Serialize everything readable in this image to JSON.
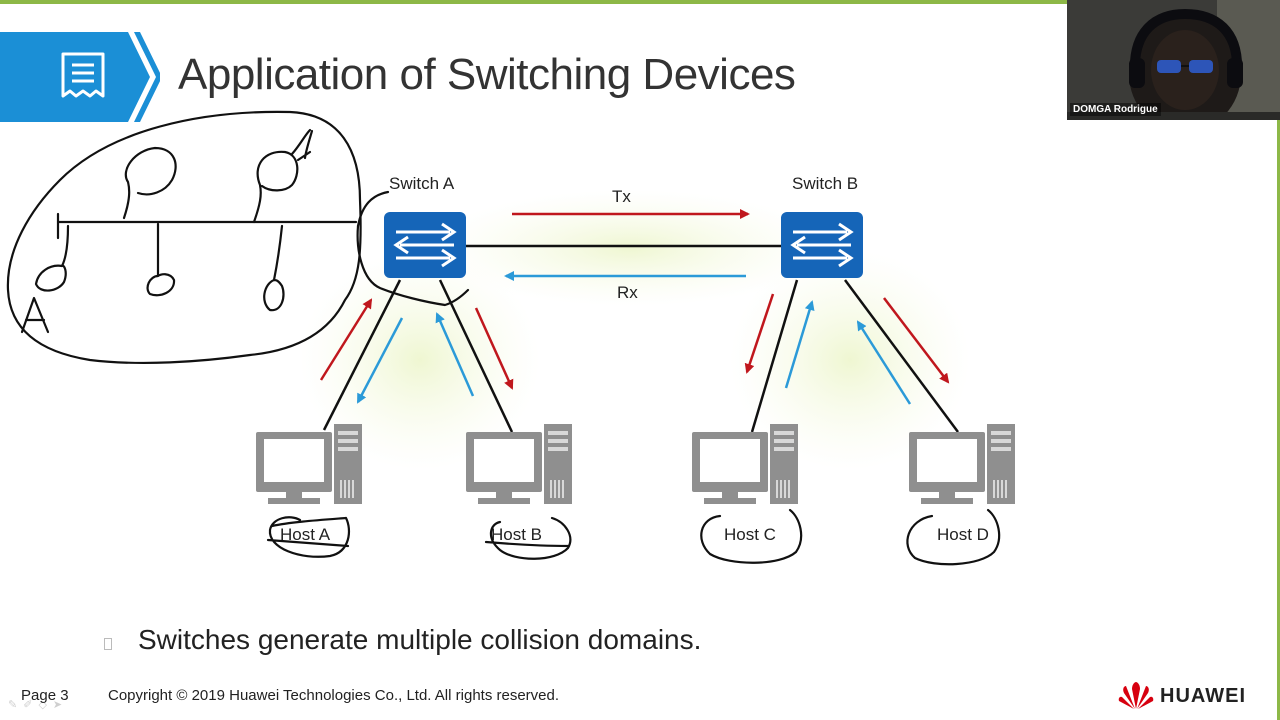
{
  "slide": {
    "title": "Application of Switching Devices",
    "bullet": "Switches generate multiple collision domains.",
    "page_label": "Page 3",
    "copyright": "Copyright © 2019 Huawei Technologies Co., Ltd. All rights reserved.",
    "logo_text": "HUAWEI"
  },
  "diagram": {
    "switches": [
      "Switch A",
      "Switch B"
    ],
    "links": [
      "Tx",
      "Rx"
    ],
    "hosts": [
      "Host A",
      "Host B",
      "Host C",
      "Host D"
    ],
    "annotation_letter": "A"
  },
  "webcam": {
    "participant_name": "DOMGA Rodrigue"
  },
  "colors": {
    "accent_blue": "#1b8fd6",
    "switch_blue": "#1565b8",
    "tx_red": "#c0171d",
    "rx_blue": "#2b9ad8",
    "frame_green": "#8db847",
    "brand_red": "#d7000f"
  }
}
